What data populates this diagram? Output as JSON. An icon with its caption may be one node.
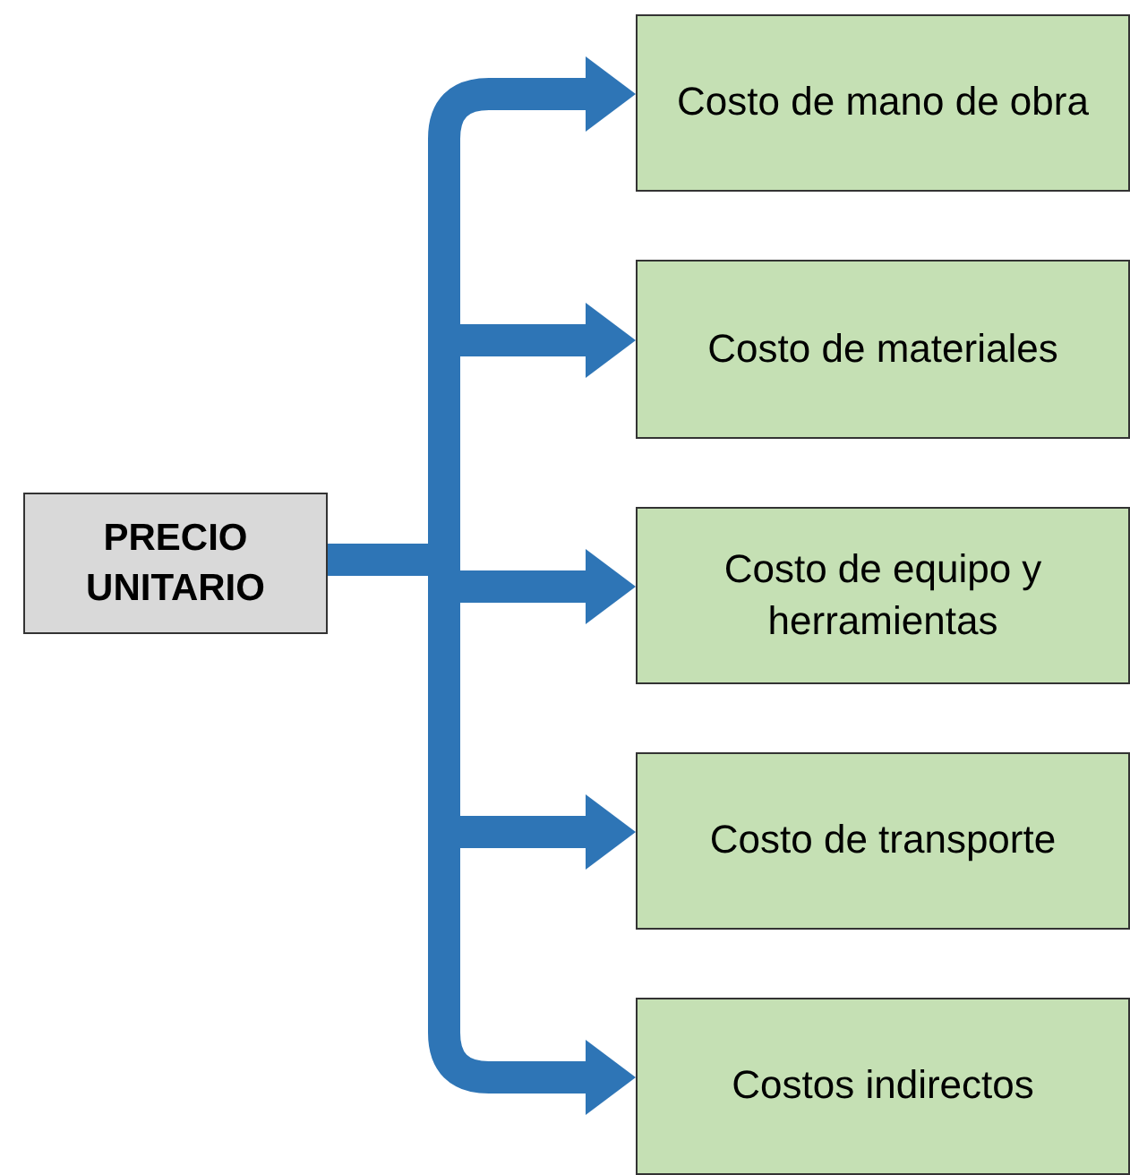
{
  "diagram": {
    "nodes": [
      {
        "text": [
          "PRECIO UNITARIO"
        ]
      },
      {
        "text": [
          "Costo de mano de obra"
        ]
      },
      {
        "text": [
          "Costo de materiales"
        ]
      },
      {
        "text": [
          "Costo de equipo y herramientas"
        ]
      },
      {
        "text": [
          "Costo de transporte"
        ]
      },
      {
        "text": [
          "Costos indirectos"
        ]
      }
    ],
    "edges": [
      {
        "from": 0,
        "to": 1,
        "arrow": "to"
      },
      {
        "from": 0,
        "to": 2,
        "arrow": "to"
      },
      {
        "from": 0,
        "to": 3,
        "arrow": "to"
      },
      {
        "from": 0,
        "to": 4,
        "arrow": "to"
      },
      {
        "from": 0,
        "to": 5,
        "arrow": "to"
      }
    ]
  }
}
